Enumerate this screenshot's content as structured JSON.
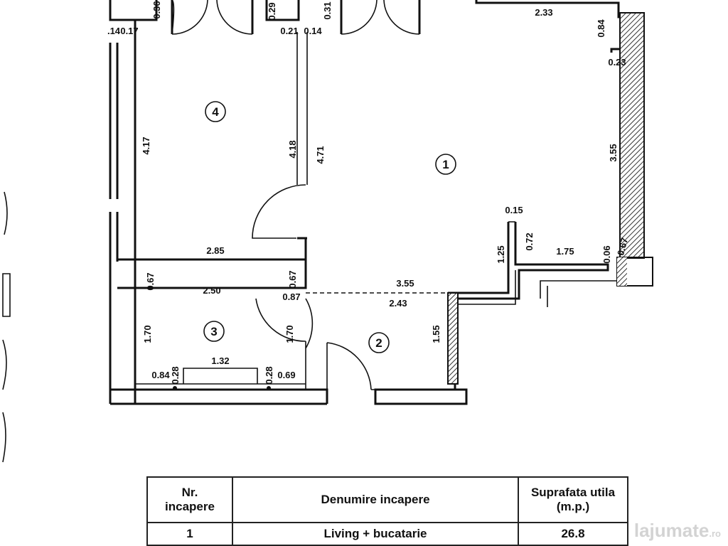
{
  "plan": {
    "rooms": [
      "1",
      "2",
      "3",
      "4"
    ],
    "dims": {
      "top_2_33": "2.33",
      "top_0_84": "0.84",
      "top_0_23": "0.23",
      "top_014a": ".14",
      "top_017": "0.17",
      "top_021": "0.21",
      "top_014b": "0.14",
      "top_036": "0.36",
      "top_029": "0.29",
      "top_031": "0.31",
      "r4_left": "4.17",
      "r4_right": "4.18",
      "corr": "4.71",
      "r1_right": "3.55",
      "r4_bottom": "2.85",
      "n015": "0.15",
      "n072": "0.72",
      "n125": "1.25",
      "n175": "1.75",
      "n067r": "0.67",
      "n006": "0.06",
      "r3_067a": "0.67",
      "r3_top": "2.50",
      "r3_067b": "0.67",
      "r3_087": "0.87",
      "hall_355": "3.55",
      "hall_243": "2.43",
      "r3_left": "1.70",
      "r3_right": "1.70",
      "r2_right": "1.55",
      "r3_132": "1.32",
      "r3_084": "0.84",
      "r3_028a": "0.28",
      "r3_028b": "0.28",
      "r3_069": "0.69"
    }
  },
  "table": {
    "headers": [
      "Nr.\nincapere",
      "Denumire incapere",
      "Suprafata utila\n(m.p.)"
    ],
    "rows": [
      {
        "nr": "1",
        "name": "Living + bucatarie",
        "area": "26.8"
      }
    ]
  },
  "watermark": {
    "brand": "lajumate",
    "tld": ".ro"
  }
}
